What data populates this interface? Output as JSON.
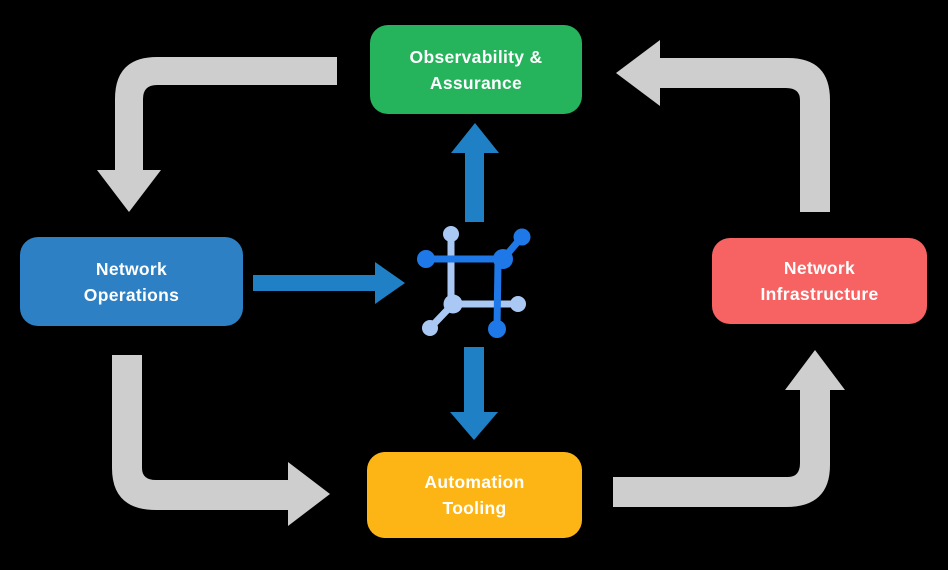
{
  "diagram": {
    "nodes": {
      "observability": {
        "line1": "Observability &",
        "line2": "Assurance",
        "color": "#25b35c"
      },
      "operations": {
        "line1": "Network",
        "line2": "Operations",
        "color": "#2d80c4"
      },
      "infrastructure": {
        "line1": "Network",
        "line2": "Infrastructure",
        "color": "#f76262"
      },
      "automation": {
        "line1": "Automation",
        "line2": "Tooling",
        "color": "#fcb515"
      }
    },
    "center_icon": "network-hub-icon",
    "arrows": {
      "cycle": [
        {
          "from": "observability",
          "to": "operations"
        },
        {
          "from": "operations",
          "to": "automation"
        },
        {
          "from": "automation",
          "to": "infrastructure"
        },
        {
          "from": "infrastructure",
          "to": "observability"
        }
      ],
      "hub_flows": [
        {
          "from": "operations",
          "to": "hub"
        },
        {
          "from": "hub",
          "to": "observability"
        },
        {
          "from": "hub",
          "to": "automation"
        }
      ]
    },
    "colors": {
      "background": "#000000",
      "cycle_arrow": "#cecece",
      "flow_arrow": "#2080c6",
      "icon_primary": "#1f78e8",
      "icon_secondary": "#a9c9f4",
      "text": "#ffffff"
    }
  }
}
